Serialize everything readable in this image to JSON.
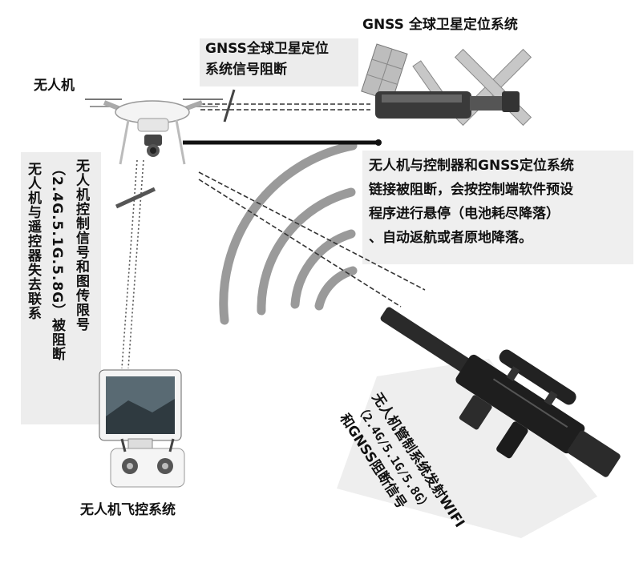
{
  "labels": {
    "gnss_system": "GNSS 全球卫星定位系统",
    "gnss_blocked_1": "GNSS全球卫星定位",
    "gnss_blocked_2": "系统信号阻断",
    "drone": "无人机",
    "drone_control_col1": "无人机控制信号和图传限号",
    "drone_control_col2": "（2.4G.5.1G.5.8G）被阻断",
    "drone_control_col3": "无人机与遥控器失去联系",
    "effect_1": "无人机与控制器和GNSS定位系统",
    "effect_2": "链接被阻断，会按控制端软件预设",
    "effect_3": "程序进行悬停（电池耗尽降落）",
    "effect_4": "、自动返航或者原地降落。",
    "jammer_1": "无人机管制系统发射WIFI",
    "jammer_2": "（2.4G/5.1G/5.8G）",
    "jammer_3": "和GNSS阻断信号",
    "flight_control": "无人机飞控系统"
  },
  "icons": {
    "drone": "quadcopter-drone",
    "satellite": "gnss-satellite",
    "controller": "remote-controller-with-tablet",
    "jammer": "anti-drone-jammer-gun",
    "signal": "signal-waves"
  },
  "colors": {
    "text": "#111111",
    "panel": "#ededed",
    "signal_wave": "#9a9a9a",
    "beam_line": "#333333"
  }
}
